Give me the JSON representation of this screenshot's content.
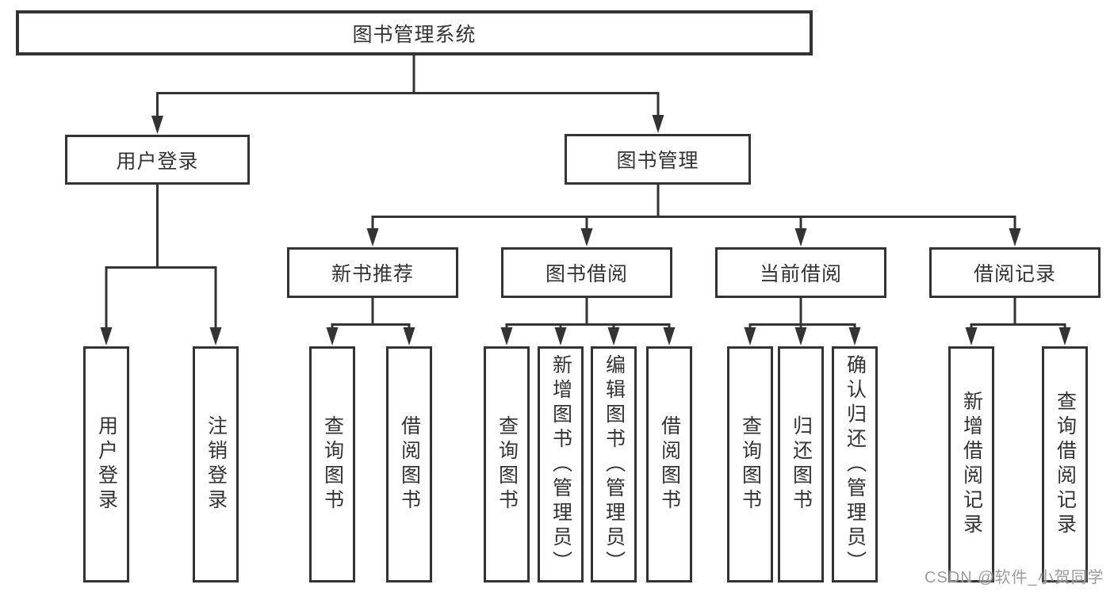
{
  "colors": {
    "line": "#333333",
    "text": "#333333",
    "background": "#ffffff",
    "watermark": "#9c9c9c"
  },
  "diagram": {
    "root": {
      "label": "图书管理系统"
    },
    "user_login": {
      "label": "用户登录",
      "children": [
        {
          "label": "用户登录"
        },
        {
          "label": "注销登录"
        }
      ]
    },
    "book_management": {
      "label": "图书管理",
      "sections": [
        {
          "label": "新书推荐",
          "children": [
            {
              "label": "查询图书"
            },
            {
              "label": "借阅图书"
            }
          ]
        },
        {
          "label": "图书借阅",
          "children": [
            {
              "label": "查询图书"
            },
            {
              "label": "新增图书（管理员）"
            },
            {
              "label": "编辑图书（管理员）"
            },
            {
              "label": "借阅图书"
            }
          ]
        },
        {
          "label": "当前借阅",
          "children": [
            {
              "label": "查询图书"
            },
            {
              "label": "归还图书"
            },
            {
              "label": "确认归还（管理员）"
            }
          ]
        },
        {
          "label": "借阅记录",
          "children": [
            {
              "label": "新增借阅记录"
            },
            {
              "label": "查询借阅记录"
            }
          ]
        }
      ]
    }
  },
  "watermark": {
    "text": "CSDN @软件_小贺同学"
  }
}
